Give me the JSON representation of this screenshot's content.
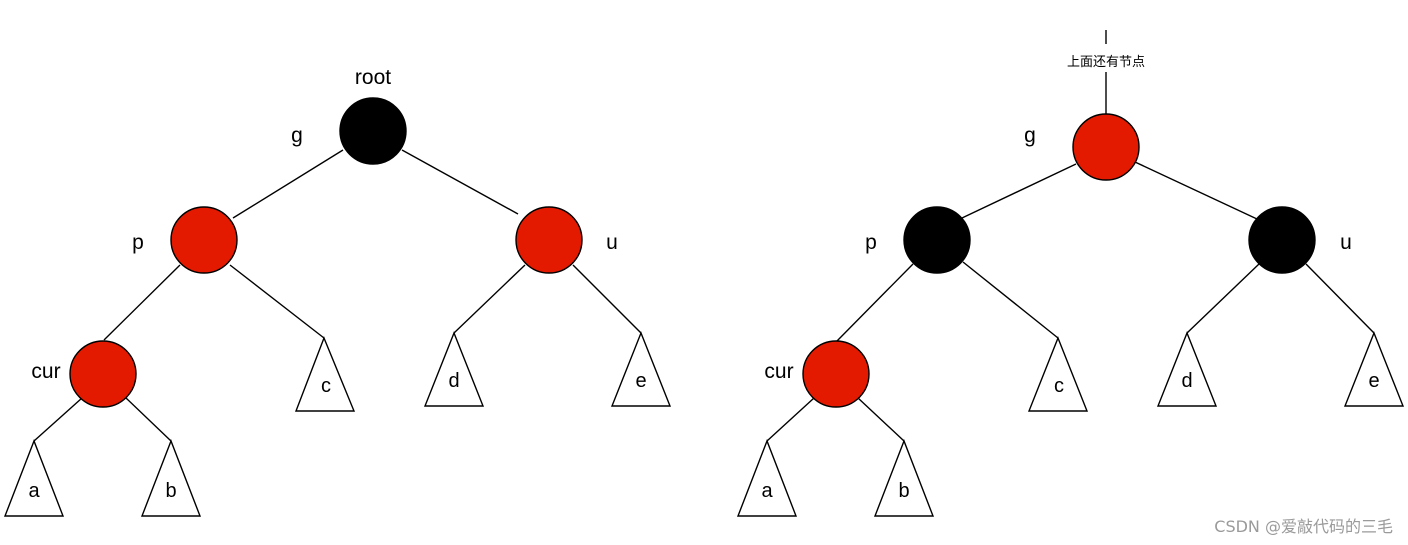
{
  "colors": {
    "red": "#e31a00",
    "black": "#000000"
  },
  "left_tree": {
    "root_label": "root",
    "nodes": [
      {
        "id": "g",
        "label": "g",
        "color": "black"
      },
      {
        "id": "p",
        "label": "p",
        "color": "red"
      },
      {
        "id": "u",
        "label": "u",
        "color": "red"
      },
      {
        "id": "cur",
        "label": "cur",
        "color": "red"
      }
    ],
    "subtrees": [
      "a",
      "b",
      "c",
      "d",
      "e"
    ]
  },
  "right_tree": {
    "above_note": "上面还有节点",
    "nodes": [
      {
        "id": "g",
        "label": "g",
        "color": "red"
      },
      {
        "id": "p",
        "label": "p",
        "color": "black"
      },
      {
        "id": "u",
        "label": "u",
        "color": "black"
      },
      {
        "id": "cur",
        "label": "cur",
        "color": "red"
      }
    ],
    "subtrees": [
      "a",
      "b",
      "c",
      "d",
      "e"
    ]
  },
  "watermark": "CSDN @爱敲代码的三毛"
}
